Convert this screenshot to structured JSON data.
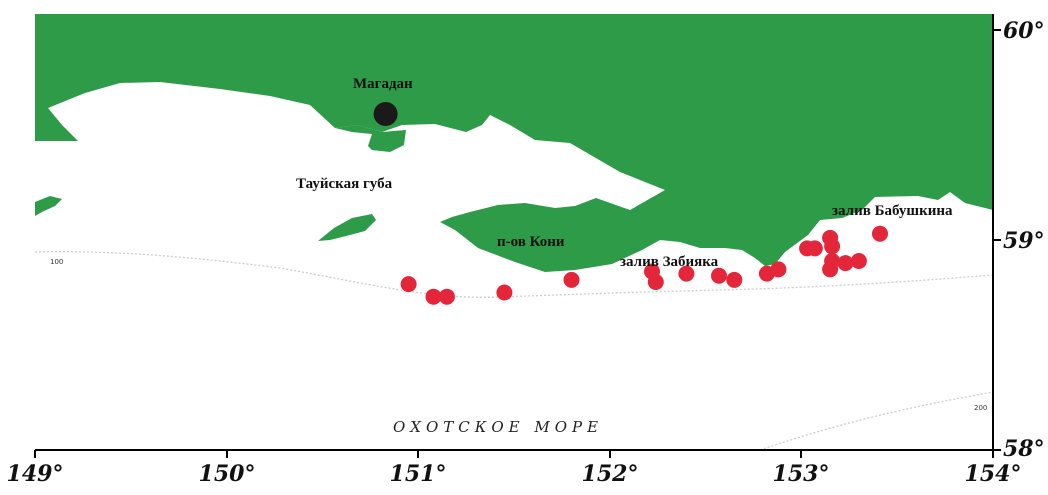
{
  "map": {
    "places": {
      "city": "Магадан",
      "bay_tauy": "Тауйская губа",
      "peninsula": "п-ов Кони",
      "bay_zabiyaka": "залив Забияка",
      "bay_babushkina": "залив Бабушкина",
      "sea": "ОХОТСКОЕ МОРЕ"
    },
    "isobaths": {
      "depth_100": "100",
      "depth_200": "200"
    },
    "axes": {
      "x_ticks": [
        "149°",
        "150°",
        "151°",
        "152°",
        "153°",
        "154°"
      ],
      "y_ticks": [
        "58°",
        "59°",
        "60°"
      ]
    },
    "colors": {
      "land": "#2e9b48",
      "sea": "#ffffff",
      "station": "#e3263a",
      "city": "#1a1a1a"
    },
    "stations": [
      {
        "lon": 150.95,
        "lat": 58.79
      },
      {
        "lon": 151.08,
        "lat": 58.73
      },
      {
        "lon": 151.15,
        "lat": 58.73
      },
      {
        "lon": 151.45,
        "lat": 58.75
      },
      {
        "lon": 151.8,
        "lat": 58.81
      },
      {
        "lon": 152.22,
        "lat": 58.85
      },
      {
        "lon": 152.24,
        "lat": 58.8
      },
      {
        "lon": 152.4,
        "lat": 58.84
      },
      {
        "lon": 152.57,
        "lat": 58.83
      },
      {
        "lon": 152.65,
        "lat": 58.81
      },
      {
        "lon": 152.82,
        "lat": 58.84
      },
      {
        "lon": 152.88,
        "lat": 58.86
      },
      {
        "lon": 153.03,
        "lat": 58.96
      },
      {
        "lon": 153.07,
        "lat": 58.96
      },
      {
        "lon": 153.15,
        "lat": 59.01
      },
      {
        "lon": 153.16,
        "lat": 58.97
      },
      {
        "lon": 153.16,
        "lat": 58.9
      },
      {
        "lon": 153.15,
        "lat": 58.86
      },
      {
        "lon": 153.23,
        "lat": 58.89
      },
      {
        "lon": 153.3,
        "lat": 58.9
      },
      {
        "lon": 153.41,
        "lat": 59.03
      }
    ],
    "city_point": {
      "lon": 150.83,
      "lat": 59.6
    }
  }
}
